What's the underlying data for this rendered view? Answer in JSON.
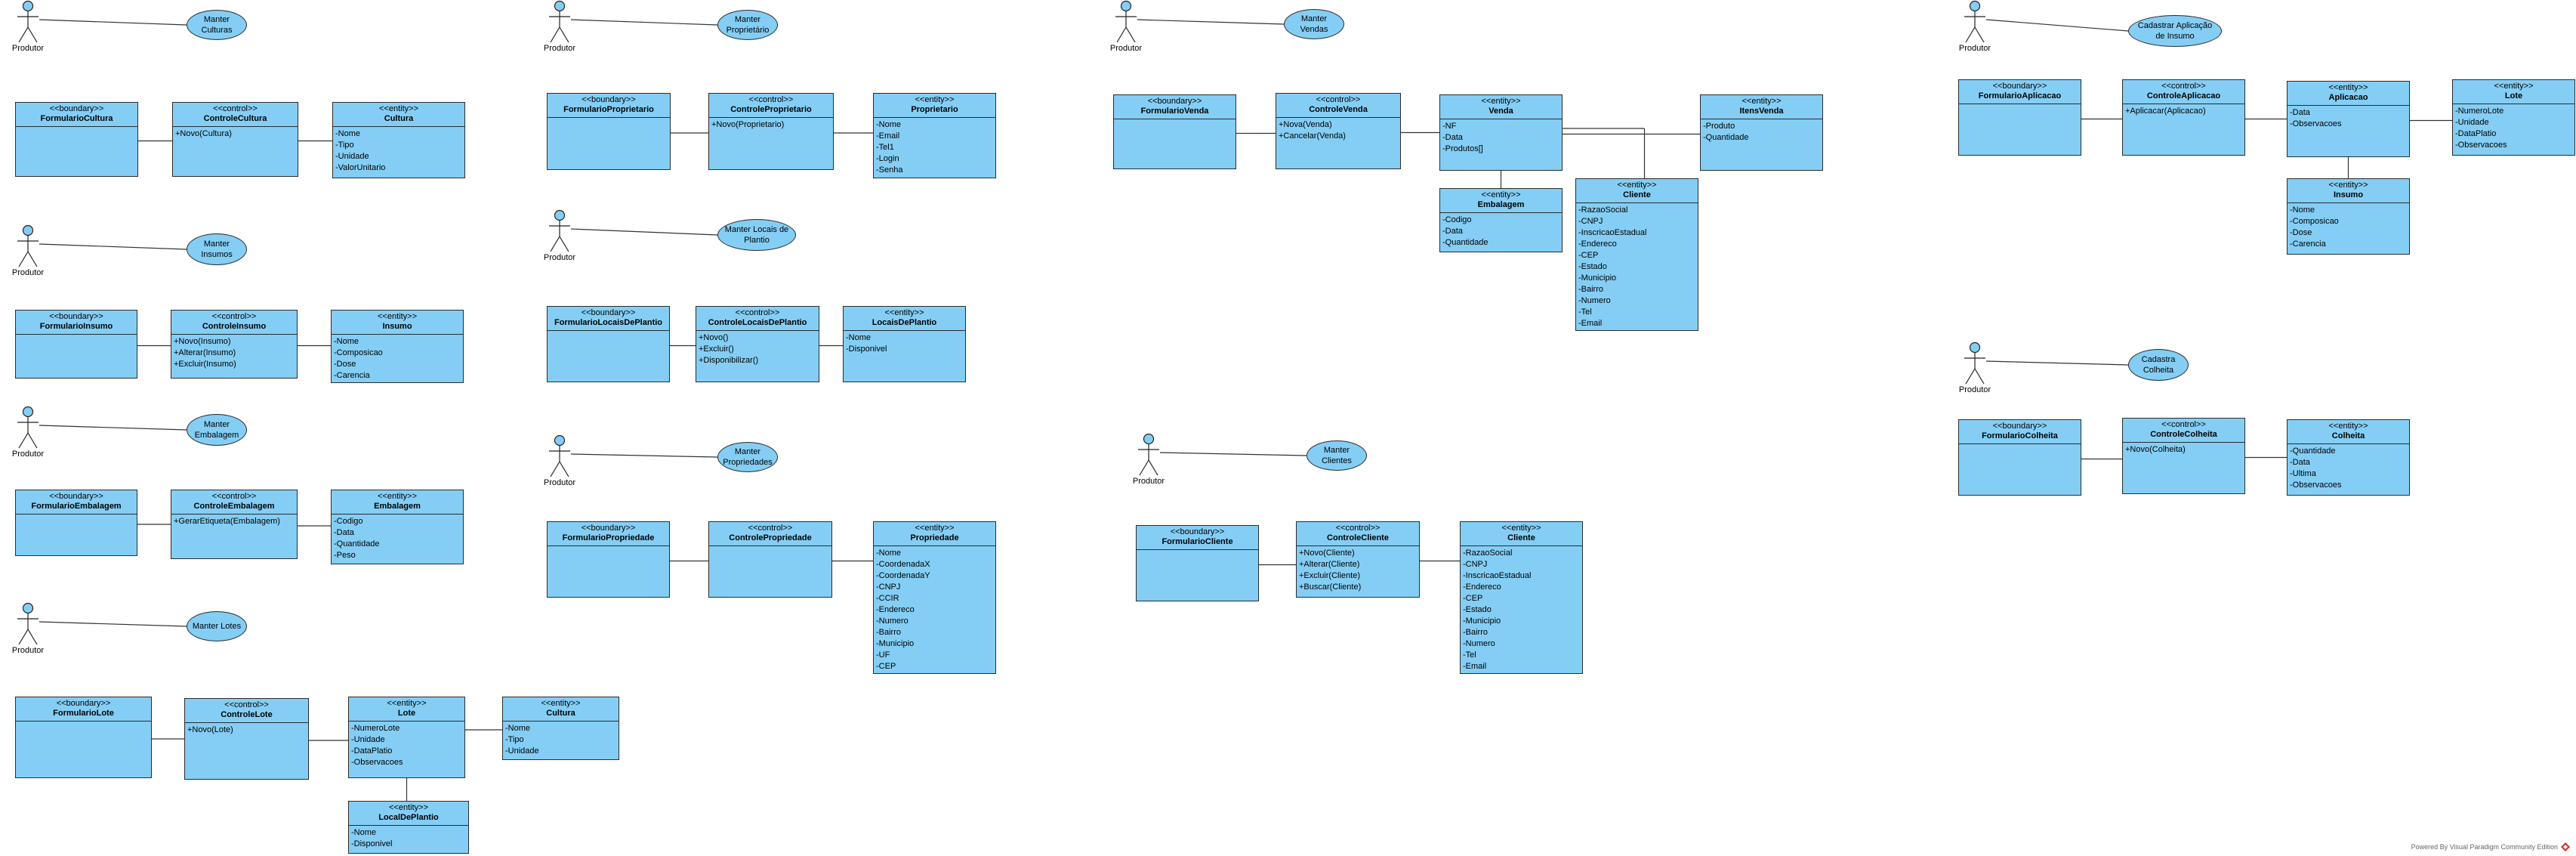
{
  "diagram": {
    "use_cases": [
      {
        "id": "uc-manter-culturas",
        "text": "Manter Culturas"
      },
      {
        "id": "uc-manter-insumos",
        "text": "Manter Insumos"
      },
      {
        "id": "uc-manter-embalagem",
        "text": "Manter Embalagem"
      },
      {
        "id": "uc-manter-lotes",
        "text": "Manter Lotes"
      },
      {
        "id": "uc-manter-proprietario",
        "text": "Manter Proprietário"
      },
      {
        "id": "uc-manter-locais",
        "text": "Manter Locais de Plantio"
      },
      {
        "id": "uc-manter-propriedades",
        "text": "Manter Propriedades"
      },
      {
        "id": "uc-manter-vendas",
        "text": "Manter Vendas"
      },
      {
        "id": "uc-manter-clientes",
        "text": "Manter Clientes"
      },
      {
        "id": "uc-cadastrar-aplicacao",
        "text": "Cadastrar Aplicação de Insumo"
      },
      {
        "id": "uc-cadastra-colheita",
        "text": "Cadastra Colheita"
      }
    ],
    "actor_label": "Produtor",
    "classes": [
      {
        "id": "FormularioCultura",
        "stereotype": "<<boundary>>",
        "name": "FormularioCultura",
        "members": []
      },
      {
        "id": "ControleCultura",
        "stereotype": "<<control>>",
        "name": "ControleCultura",
        "members": [
          "+Novo(Cultura)"
        ]
      },
      {
        "id": "Cultura",
        "stereotype": "<<entity>>",
        "name": "Cultura",
        "members": [
          "-Nome",
          "-Tipo",
          "-Unidade",
          "-ValorUnitario"
        ]
      },
      {
        "id": "FormularioInsumo",
        "stereotype": "<<boundary>>",
        "name": "FormularioInsumo",
        "members": []
      },
      {
        "id": "ControleInsumo",
        "stereotype": "<<control>>",
        "name": "ControleInsumo",
        "members": [
          "+Novo(Insumo)",
          "+Alterar(Insumo)",
          "+Excluir(Insumo)"
        ]
      },
      {
        "id": "Insumo",
        "stereotype": "<<entity>>",
        "name": "Insumo",
        "members": [
          "-Nome",
          "-Composicao",
          "-Dose",
          "-Carencia"
        ]
      },
      {
        "id": "FormularioEmbalagem",
        "stereotype": "<<boundary>>",
        "name": "FormularioEmbalagem",
        "members": []
      },
      {
        "id": "ControleEmbalagem",
        "stereotype": "<<control>>",
        "name": "ControleEmbalagem",
        "members": [
          "+GerarEtiqueta(Embalagem)"
        ]
      },
      {
        "id": "Embalagem",
        "stereotype": "<<entity>>",
        "name": "Embalagem",
        "members": [
          "-Codigo",
          "-Data",
          "-Quantidade",
          "-Peso"
        ]
      },
      {
        "id": "FormularioLote",
        "stereotype": "<<boundary>>",
        "name": "FormularioLote",
        "members": []
      },
      {
        "id": "ControleLote",
        "stereotype": "<<control>>",
        "name": "ControleLote",
        "members": [
          "+Novo(Lote)"
        ]
      },
      {
        "id": "Lote",
        "stereotype": "<<entity>>",
        "name": "Lote",
        "members": [
          "-NumeroLote",
          "-Unidade",
          "-DataPlatio",
          "-Observacoes"
        ]
      },
      {
        "id": "CulturaLote",
        "stereotype": "<<entity>>",
        "name": "Cultura",
        "members": [
          "-Nome",
          "-Tipo",
          "-Unidade"
        ]
      },
      {
        "id": "LocalDePlantio",
        "stereotype": "<<entity>>",
        "name": "LocalDePlantio",
        "members": [
          "-Nome",
          "-Disponivel"
        ]
      },
      {
        "id": "FormularioProprietario",
        "stereotype": "<<boundary>>",
        "name": "FormularioProprietario",
        "members": []
      },
      {
        "id": "ControleProprietario",
        "stereotype": "<<control>>",
        "name": "ControleProprietario",
        "members": [
          "+Novo(Proprietario)"
        ]
      },
      {
        "id": "Proprietario",
        "stereotype": "<<entity>>",
        "name": "Proprietario",
        "members": [
          "-Nome",
          "-Email",
          "-Tel1",
          "-Login",
          "-Senha"
        ]
      },
      {
        "id": "FormularioLocaisDePlantio",
        "stereotype": "<<boundary>>",
        "name": "FormularioLocaisDePlantio",
        "members": []
      },
      {
        "id": "ControleLocaisDePlantio",
        "stereotype": "<<control>>",
        "name": "ControleLocaisDePlantio",
        "members": [
          "+Novo()",
          "+Excluir()",
          "+Disponibilizar()"
        ]
      },
      {
        "id": "LocaisDePlantio",
        "stereotype": "<<entity>>",
        "name": "LocaisDePlantio",
        "members": [
          "-Nome",
          "-Disponivel"
        ]
      },
      {
        "id": "FormularioPropriedade",
        "stereotype": "<<boundary>>",
        "name": "FormularioPropriedade",
        "members": []
      },
      {
        "id": "ControlePropriedade",
        "stereotype": "<<control>>",
        "name": "ControlePropriedade",
        "members": []
      },
      {
        "id": "Propriedade",
        "stereotype": "<<entity>>",
        "name": "Propriedade",
        "members": [
          "-Nome",
          "-CoordenadaX",
          "-CoordenadaY",
          "-CNPJ",
          "-CCIR",
          "-Endereco",
          "-Numero",
          "-Bairro",
          "-Municipio",
          "-UF",
          "-CEP"
        ]
      },
      {
        "id": "FormularioVenda",
        "stereotype": "<<boundary>>",
        "name": "FormularioVenda",
        "members": []
      },
      {
        "id": "ControleVenda",
        "stereotype": "<<control>>",
        "name": "ControleVenda",
        "members": [
          "+Nova(Venda)",
          "+Cancelar(Venda)"
        ]
      },
      {
        "id": "Venda",
        "stereotype": "<<entity>>",
        "name": "Venda",
        "members": [
          "-NF",
          "-Data",
          "-Produtos[]"
        ]
      },
      {
        "id": "ItensVenda",
        "stereotype": "<<entity>>",
        "name": "ItensVenda",
        "members": [
          "-Produto",
          "-Quantidade"
        ]
      },
      {
        "id": "EmbalagemVenda",
        "stereotype": "<<entity>>",
        "name": "Embalagem",
        "members": [
          "-Codigo",
          "-Data",
          "-Quantidade"
        ]
      },
      {
        "id": "ClienteVenda",
        "stereotype": "<<entity>>",
        "name": "Cliente",
        "members": [
          "-RazaoSocial",
          "-CNPJ",
          "-InscricaoEstadual",
          "-Endereco",
          "-CEP",
          "-Estado",
          "-Municipio",
          "-Bairro",
          "-Numero",
          "-Tel",
          "-Email"
        ]
      },
      {
        "id": "FormularioCliente",
        "stereotype": "<<boundary>>",
        "name": "FormularioCliente",
        "members": []
      },
      {
        "id": "ControleCliente",
        "stereotype": "<<control>>",
        "name": "ControleCliente",
        "members": [
          "+Novo(Cliente)",
          "+Alterar(Cliente)",
          "+Excluir(Cliente)",
          "+Buscar(Cliente)"
        ]
      },
      {
        "id": "Cliente",
        "stereotype": "<<entity>>",
        "name": "Cliente",
        "members": [
          "-RazaoSocial",
          "-CNPJ",
          "-InscricaoEstadual",
          "-Endereco",
          "-CEP",
          "-Estado",
          "-Municipio",
          "-Bairro",
          "-Numero",
          "-Tel",
          "-Email"
        ]
      },
      {
        "id": "FormularioAplicacao",
        "stereotype": "<<boundary>>",
        "name": "FormularioAplicacao",
        "members": []
      },
      {
        "id": "ControleAplicacao",
        "stereotype": "<<control>>",
        "name": "ControleAplicacao",
        "members": [
          "+Aplicacar(Aplicacao)"
        ]
      },
      {
        "id": "Aplicacao",
        "stereotype": "<<entity>>",
        "name": "Aplicacao",
        "members": [
          "-Data",
          "-Observacoes"
        ]
      },
      {
        "id": "LoteAplicacao",
        "stereotype": "<<entity>>",
        "name": "Lote",
        "members": [
          "-NumeroLote",
          "-Unidade",
          "-DataPlatio",
          "-Observacoes"
        ]
      },
      {
        "id": "InsumoAplicacao",
        "stereotype": "<<entity>>",
        "name": "Insumo",
        "members": [
          "-Nome",
          "-Composicao",
          "-Dose",
          "-Carencia"
        ]
      },
      {
        "id": "FormularioColheita",
        "stereotype": "<<boundary>>",
        "name": "FormularioColheita",
        "members": []
      },
      {
        "id": "ControleColheita",
        "stereotype": "<<control>>",
        "name": "ControleColheita",
        "members": [
          "+Novo(Colheita)"
        ]
      },
      {
        "id": "Colheita",
        "stereotype": "<<entity>>",
        "name": "Colheita",
        "members": [
          "-Quantidade",
          "-Data",
          "-Ultima",
          "-Observacoes"
        ]
      }
    ]
  },
  "footer": {
    "text": "Powered By  Visual Paradigm Community Edition"
  }
}
